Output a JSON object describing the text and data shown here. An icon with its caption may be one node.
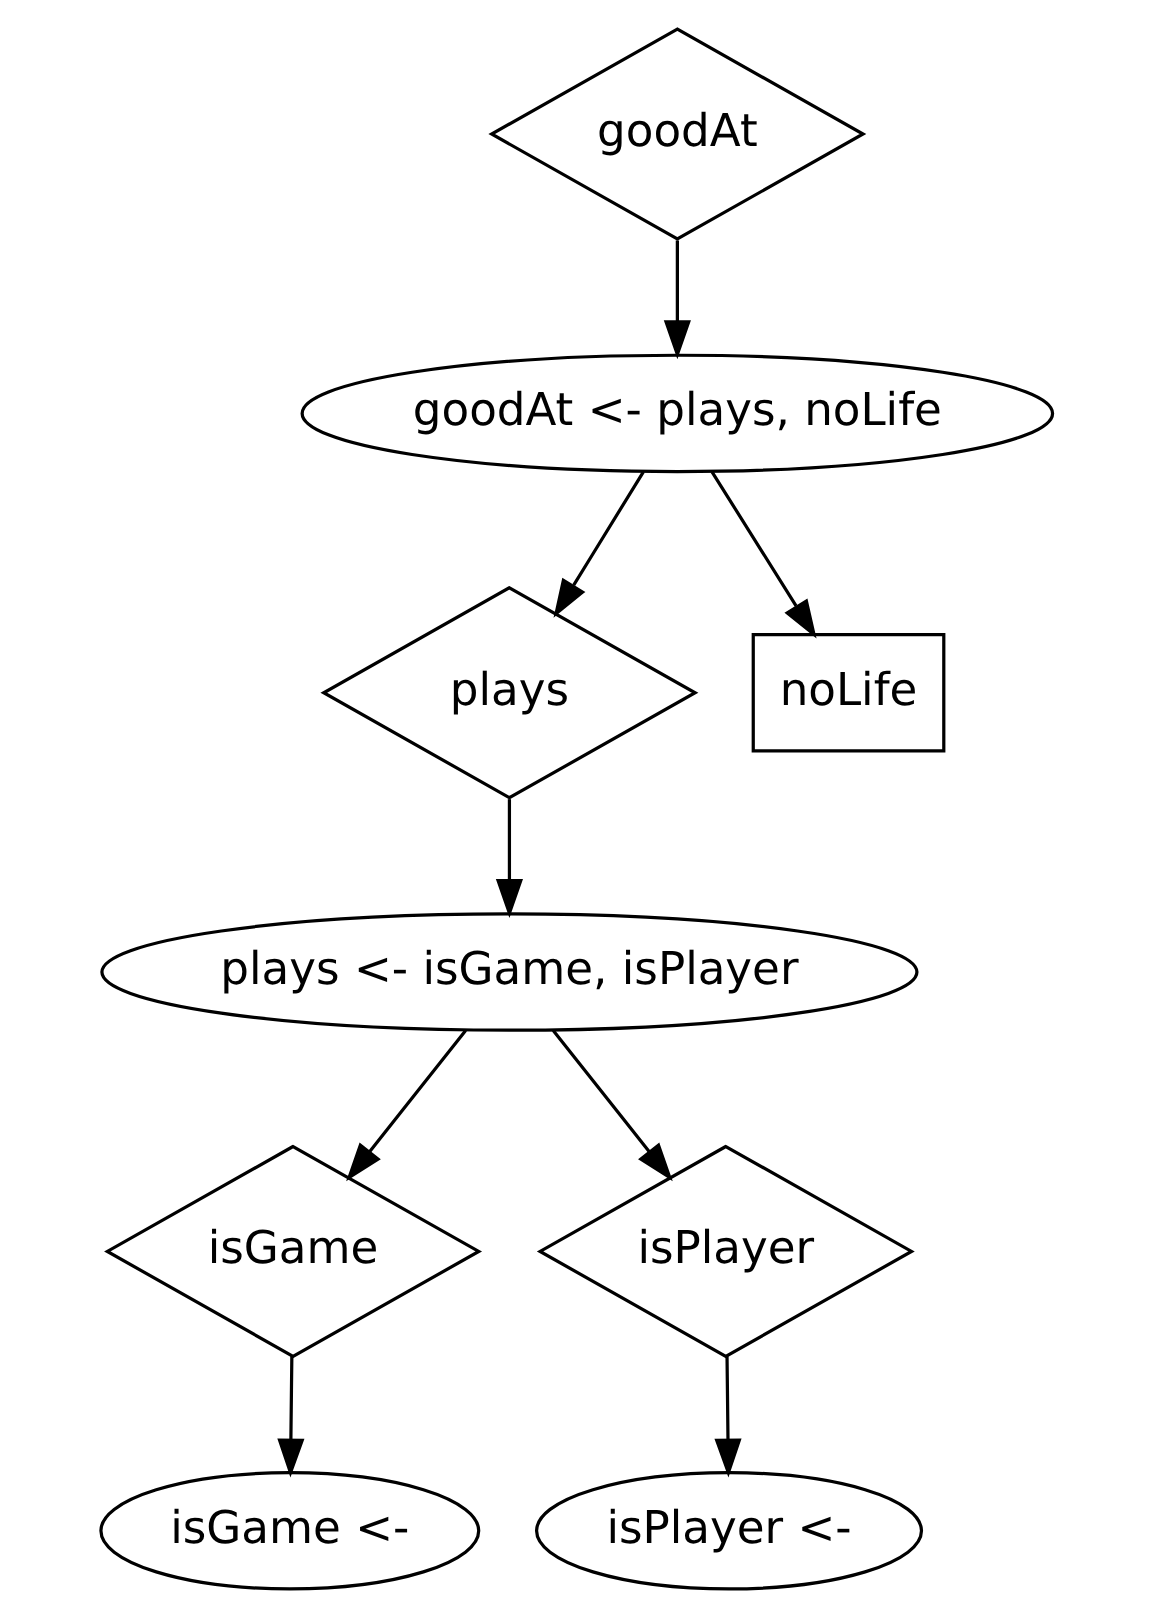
{
  "diagram": {
    "nodes": [
      {
        "text": [
          "goodAt"
        ]
      },
      {
        "text": [
          "goodAt <- plays, noLife"
        ]
      },
      {
        "text": [
          "plays"
        ]
      },
      {
        "text": [
          "noLife"
        ]
      },
      {
        "text": [
          "plays <- isGame, isPlayer"
        ]
      },
      {
        "text": [
          "isGame"
        ]
      },
      {
        "text": [
          "isPlayer"
        ]
      },
      {
        "text": [
          "isGame <-"
        ]
      },
      {
        "text": [
          "isPlayer <-"
        ]
      }
    ],
    "edges": [
      {
        "from": 0,
        "to": 1,
        "arrow": "to"
      },
      {
        "from": 1,
        "to": 2,
        "arrow": "to"
      },
      {
        "from": 1,
        "to": 3,
        "arrow": "to"
      },
      {
        "from": 2,
        "to": 4,
        "arrow": "to"
      },
      {
        "from": 4,
        "to": 5,
        "arrow": "to"
      },
      {
        "from": 4,
        "to": 6,
        "arrow": "to"
      },
      {
        "from": 5,
        "to": 7,
        "arrow": "to"
      },
      {
        "from": 6,
        "to": 8,
        "arrow": "to"
      }
    ]
  }
}
